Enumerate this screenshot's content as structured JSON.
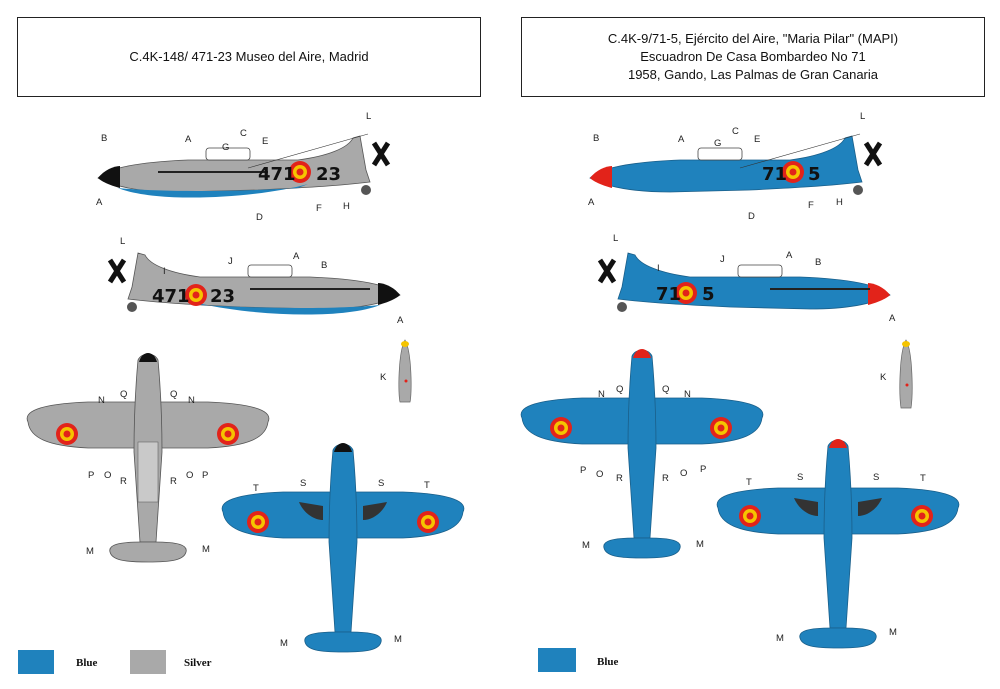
{
  "left": {
    "title_lines": [
      "C.4K-148/ 471-23 Museo del Aire, Madrid"
    ],
    "code_a": "471",
    "code_b": "23",
    "callouts_side1": [
      "B",
      "A",
      "G",
      "C",
      "E",
      "L",
      "A",
      "D",
      "F",
      "H"
    ],
    "callouts_side2": [
      "L",
      "I",
      "J",
      "A",
      "B",
      "A"
    ],
    "callout_bomb": "K",
    "callouts_bottom": [
      "N",
      "Q",
      "Q",
      "N",
      "P",
      "O",
      "R",
      "R",
      "O",
      "P",
      "M",
      "M"
    ],
    "callouts_top": [
      "T",
      "S",
      "S",
      "T",
      "M",
      "M"
    ],
    "legend": [
      {
        "label": "Blue",
        "color": "#1f82bd"
      },
      {
        "label": "Silver",
        "color": "#a9a9a9"
      }
    ]
  },
  "right": {
    "title_lines": [
      "C.4K-9/71-5, Ejército del Aire, \"Maria Pilar\" (MAPI)",
      "Escuadron De Casa Bombardeo No 71",
      "1958, Gando, Las Palmas de Gran Canaria"
    ],
    "code_a": "71",
    "code_b": "5",
    "callouts_side1": [
      "B",
      "A",
      "G",
      "C",
      "E",
      "L",
      "A",
      "D",
      "F",
      "H"
    ],
    "callouts_side2": [
      "L",
      "I",
      "J",
      "A",
      "B",
      "A"
    ],
    "callout_bomb": "K",
    "callouts_bottom": [
      "N",
      "Q",
      "Q",
      "N",
      "P",
      "O",
      "R",
      "R",
      "O",
      "P",
      "M",
      "M"
    ],
    "callouts_top": [
      "T",
      "S",
      "S",
      "T",
      "M",
      "M"
    ],
    "legend": [
      {
        "label": "Blue",
        "color": "#1f82bd"
      }
    ]
  },
  "colors": {
    "blue": "#1f82bd",
    "silver": "#a9a9a9",
    "red": "#e2231a",
    "yellow": "#f5c400",
    "black": "#111111"
  }
}
